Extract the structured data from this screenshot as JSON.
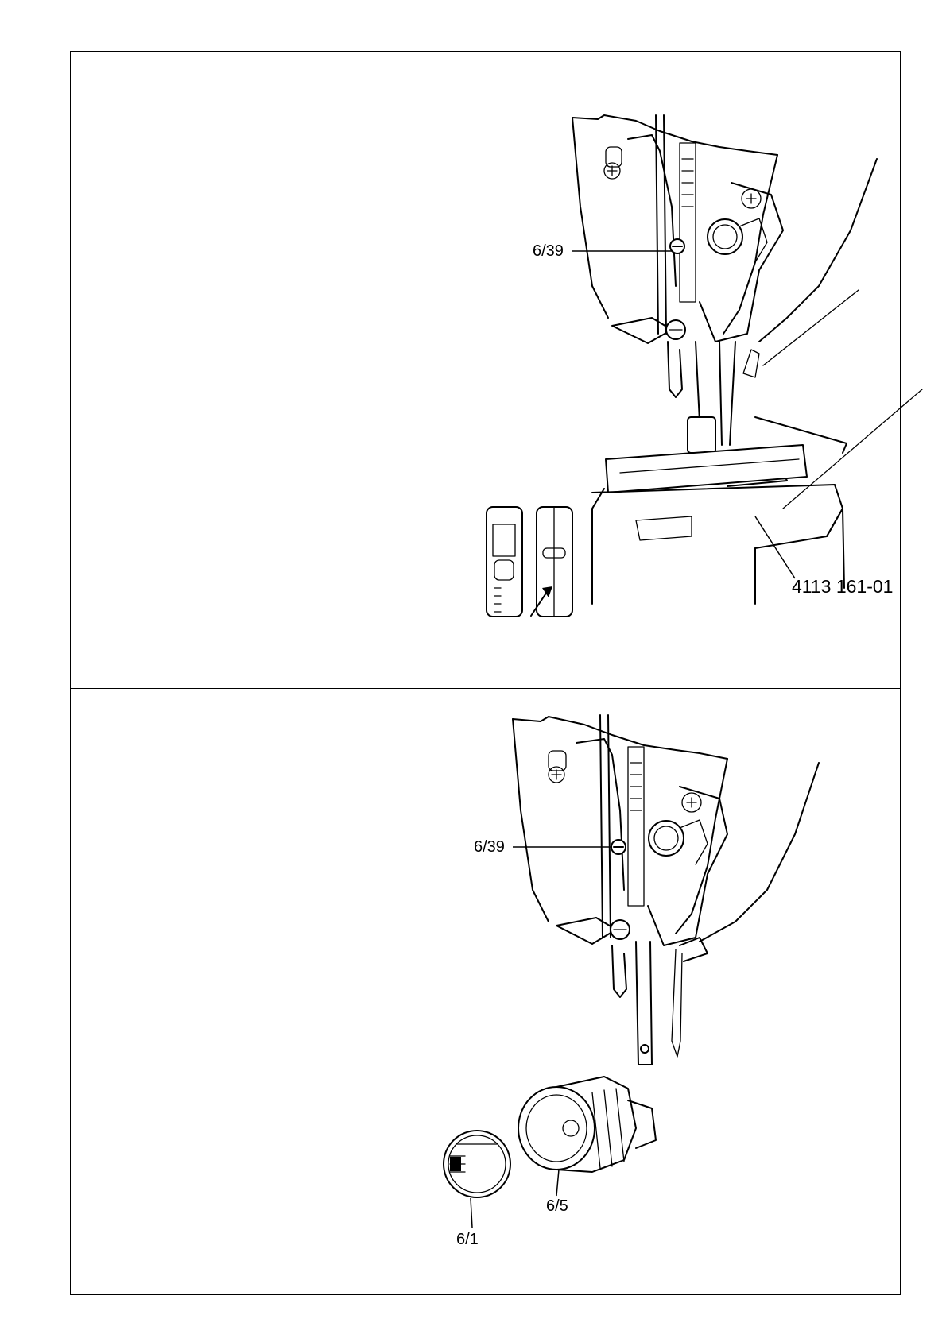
{
  "figure_top": {
    "callouts": {
      "screw": "6/39",
      "part_number": "4113 161-01"
    }
  },
  "figure_bottom": {
    "callouts": {
      "screw": "6/39",
      "cap": "6/1",
      "bobbin_housing": "6/5"
    }
  }
}
